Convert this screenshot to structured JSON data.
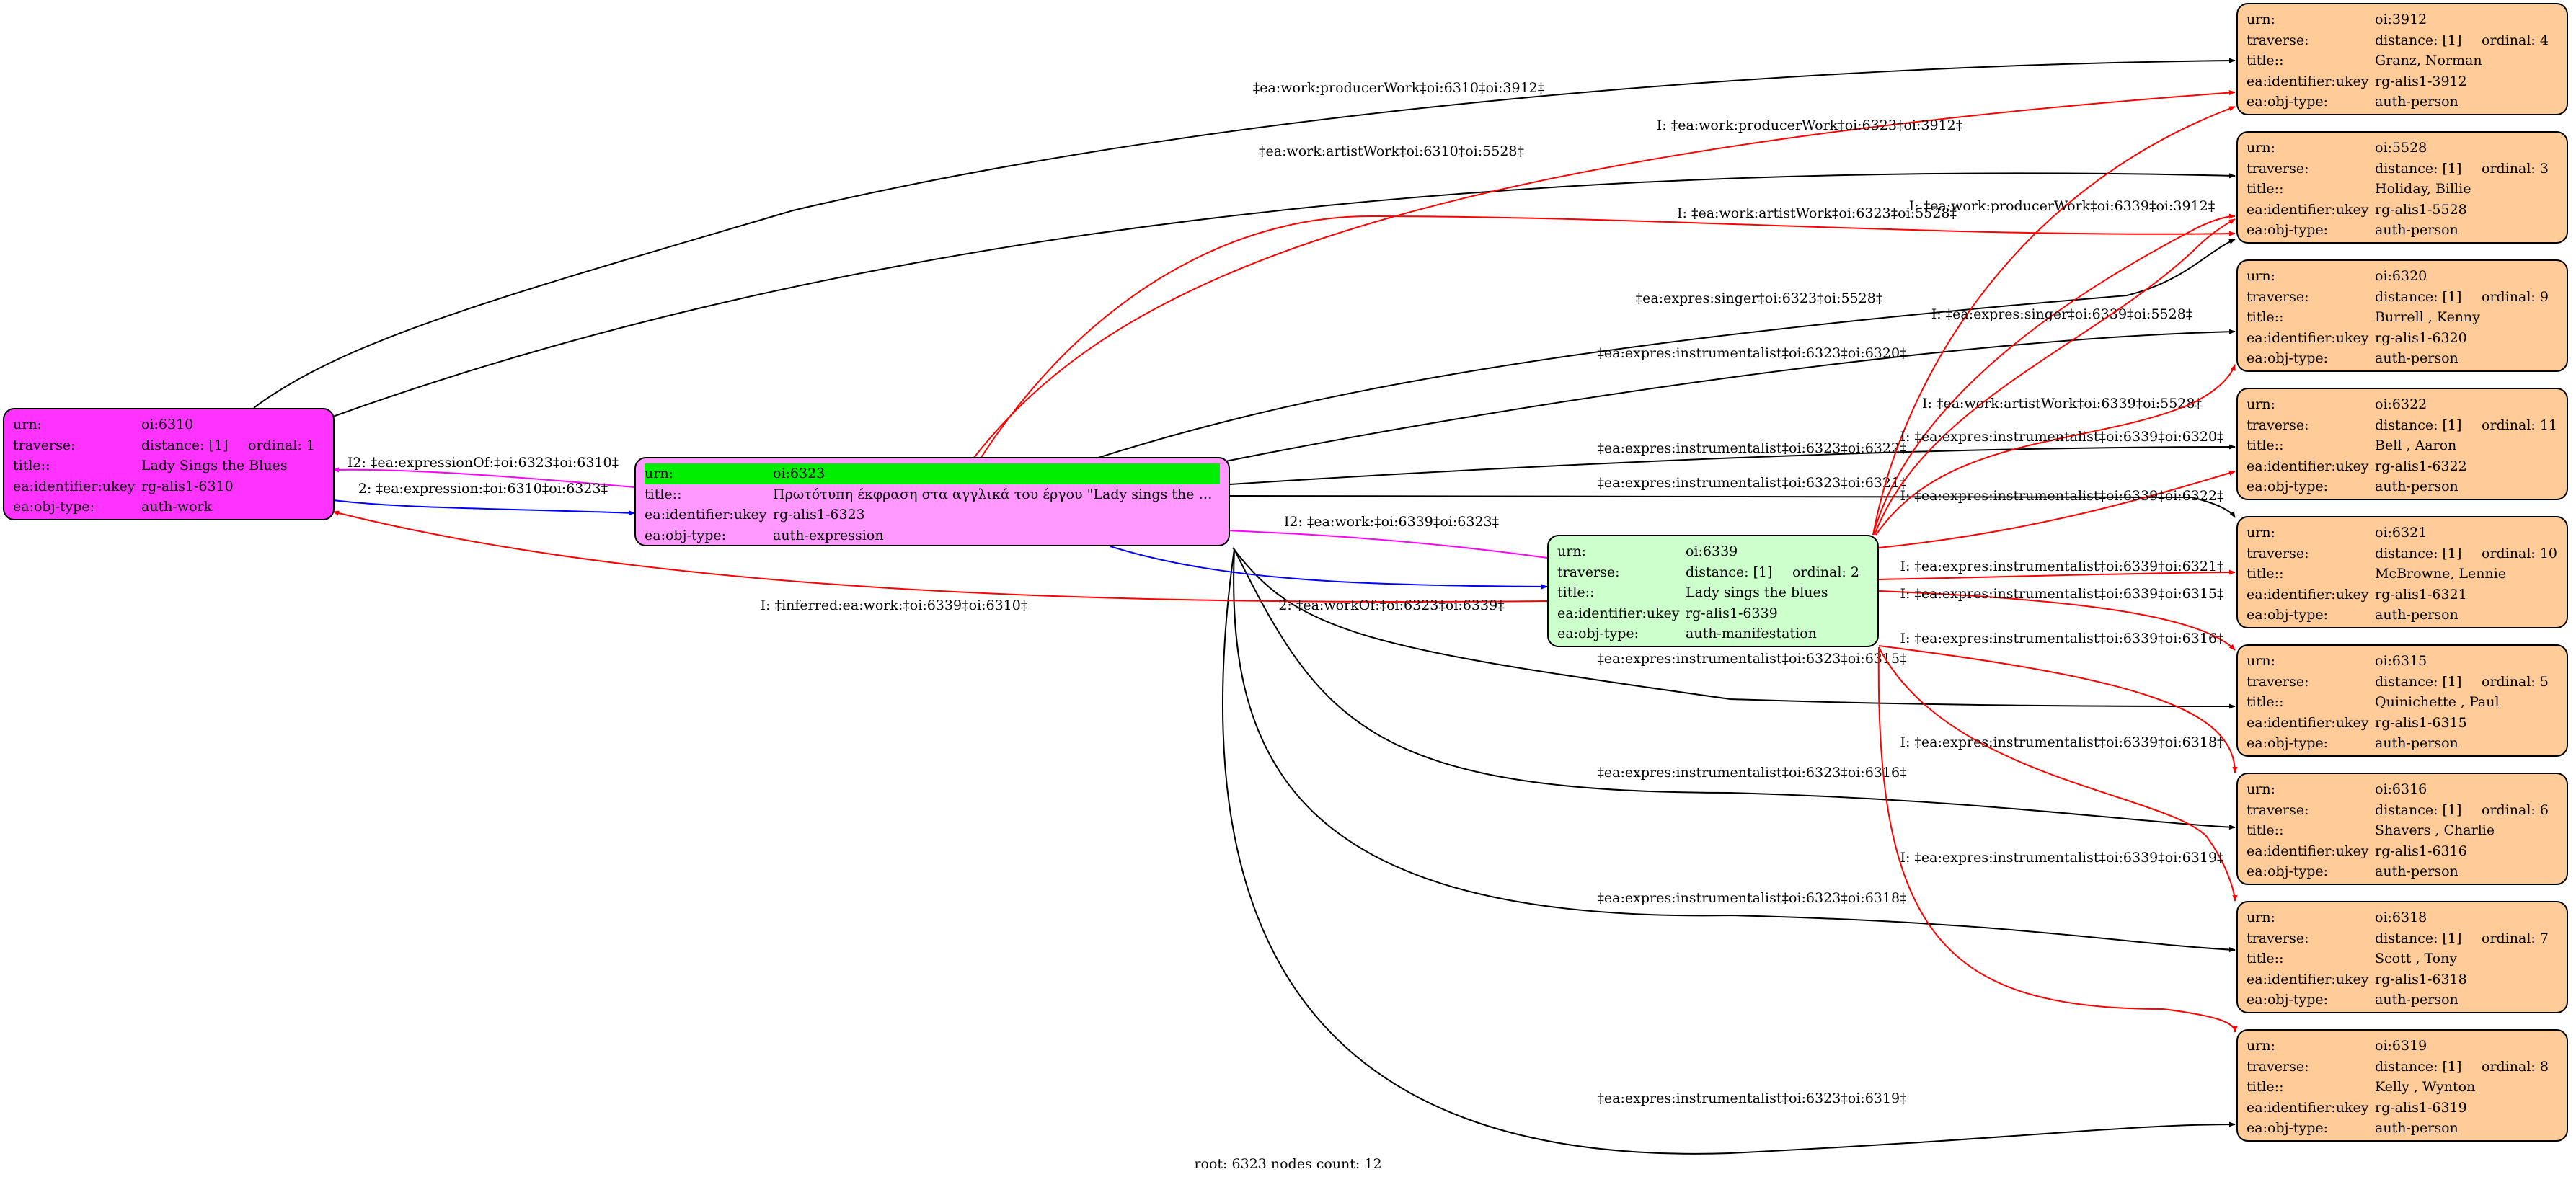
{
  "colors": {
    "work_fill": "#ff33ff",
    "expression_fill": "#ff99ff",
    "manifestation_fill": "#ccffcc",
    "person_fill": "#ffcc99",
    "root_highlight": "#00ee00",
    "edge_black": "#000000",
    "edge_red": "#ff0000",
    "edge_magenta": "#ff00ff",
    "edge_blue": "#0000ff"
  },
  "footer": "root: 6323 nodes count: 12",
  "nodes": {
    "n6310": {
      "urn_label": "urn:",
      "urn": "oi:6310",
      "traverse_label": "traverse:",
      "distance": "distance: [1]",
      "ordinal": "ordinal: 1",
      "title_label": "title::",
      "title": "Lady Sings the Blues",
      "ukey_label": "ea:identifier:ukey",
      "ukey": "rg-alis1-6310",
      "type_label": "ea:obj-type:",
      "type": "auth-work"
    },
    "n6323": {
      "urn_label": "urn:",
      "urn": "oi:6323",
      "title_label": "title::",
      "title": "Πρωτότυπη έκφραση στα αγγλικά του έργου \"Lady sings the bl...",
      "ukey_label": "ea:identifier:ukey",
      "ukey": "rg-alis1-6323",
      "type_label": "ea:obj-type:",
      "type": "auth-expression"
    },
    "n6339": {
      "urn_label": "urn:",
      "urn": "oi:6339",
      "traverse_label": "traverse:",
      "distance": "distance: [1]",
      "ordinal": "ordinal: 2",
      "title_label": "title::",
      "title": "Lady sings the blues",
      "ukey_label": "ea:identifier:ukey",
      "ukey": "rg-alis1-6339",
      "type_label": "ea:obj-type:",
      "type": "auth-manifestation"
    },
    "n3912": {
      "urn_label": "urn:",
      "urn": "oi:3912",
      "traverse_label": "traverse:",
      "distance": "distance: [1]",
      "ordinal": "ordinal: 4",
      "title_label": "title::",
      "title": "Granz, Norman",
      "ukey_label": "ea:identifier:ukey",
      "ukey": "rg-alis1-3912",
      "type_label": "ea:obj-type:",
      "type": "auth-person"
    },
    "n5528": {
      "urn_label": "urn:",
      "urn": "oi:5528",
      "traverse_label": "traverse:",
      "distance": "distance: [1]",
      "ordinal": "ordinal: 3",
      "title_label": "title::",
      "title": "Holiday, Billie",
      "ukey_label": "ea:identifier:ukey",
      "ukey": "rg-alis1-5528",
      "type_label": "ea:obj-type:",
      "type": "auth-person"
    },
    "n6320": {
      "urn_label": "urn:",
      "urn": "oi:6320",
      "traverse_label": "traverse:",
      "distance": "distance: [1]",
      "ordinal": "ordinal: 9",
      "title_label": "title::",
      "title": "Burrell , Kenny",
      "ukey_label": "ea:identifier:ukey",
      "ukey": "rg-alis1-6320",
      "type_label": "ea:obj-type:",
      "type": "auth-person"
    },
    "n6322": {
      "urn_label": "urn:",
      "urn": "oi:6322",
      "traverse_label": "traverse:",
      "distance": "distance: [1]",
      "ordinal": "ordinal: 11",
      "title_label": "title::",
      "title": "Bell , Aaron",
      "ukey_label": "ea:identifier:ukey",
      "ukey": "rg-alis1-6322",
      "type_label": "ea:obj-type:",
      "type": "auth-person"
    },
    "n6321": {
      "urn_label": "urn:",
      "urn": "oi:6321",
      "traverse_label": "traverse:",
      "distance": "distance: [1]",
      "ordinal": "ordinal: 10",
      "title_label": "title::",
      "title": "McBrowne, Lennie",
      "ukey_label": "ea:identifier:ukey",
      "ukey": "rg-alis1-6321",
      "type_label": "ea:obj-type:",
      "type": "auth-person"
    },
    "n6315": {
      "urn_label": "urn:",
      "urn": "oi:6315",
      "traverse_label": "traverse:",
      "distance": "distance: [1]",
      "ordinal": "ordinal: 5",
      "title_label": "title::",
      "title": "Quinichette , Paul",
      "ukey_label": "ea:identifier:ukey",
      "ukey": "rg-alis1-6315",
      "type_label": "ea:obj-type:",
      "type": "auth-person"
    },
    "n6316": {
      "urn_label": "urn:",
      "urn": "oi:6316",
      "traverse_label": "traverse:",
      "distance": "distance: [1]",
      "ordinal": "ordinal: 6",
      "title_label": "title::",
      "title": "Shavers , Charlie",
      "ukey_label": "ea:identifier:ukey",
      "ukey": "rg-alis1-6316",
      "type_label": "ea:obj-type:",
      "type": "auth-person"
    },
    "n6318": {
      "urn_label": "urn:",
      "urn": "oi:6318",
      "traverse_label": "traverse:",
      "distance": "distance: [1]",
      "ordinal": "ordinal: 7",
      "title_label": "title::",
      "title": "Scott , Tony",
      "ukey_label": "ea:identifier:ukey",
      "ukey": "rg-alis1-6318",
      "type_label": "ea:obj-type:",
      "type": "auth-person"
    },
    "n6319": {
      "urn_label": "urn:",
      "urn": "oi:6319",
      "traverse_label": "traverse:",
      "distance": "distance: [1]",
      "ordinal": "ordinal: 8",
      "title_label": "title::",
      "title": "Kelly , Wynton",
      "ukey_label": "ea:identifier:ukey",
      "ukey": "rg-alis1-6319",
      "type_label": "ea:obj-type:",
      "type": "auth-person"
    }
  },
  "edges": [
    {
      "label": "‡ea:work:producerWork‡oi:6310‡oi:3912‡",
      "color": "edge_black"
    },
    {
      "label": "‡ea:work:artistWork‡oi:6310‡oi:5528‡",
      "color": "edge_black"
    },
    {
      "label": "I: ‡ea:work:producerWork‡oi:6323‡oi:3912‡",
      "color": "edge_red"
    },
    {
      "label": "I: ‡ea:work:artistWork‡oi:6323‡oi:5528‡",
      "color": "edge_red"
    },
    {
      "label": "‡ea:expres:singer‡oi:6323‡oi:5528‡",
      "color": "edge_black"
    },
    {
      "label": "‡ea:expres:instrumentalist‡oi:6323‡oi:6320‡",
      "color": "edge_black"
    },
    {
      "label": "‡ea:expres:instrumentalist‡oi:6323‡oi:6322‡",
      "color": "edge_black"
    },
    {
      "label": "‡ea:expres:instrumentalist‡oi:6323‡oi:6321‡",
      "color": "edge_black"
    },
    {
      "label": "‡ea:expres:instrumentalist‡oi:6323‡oi:6315‡",
      "color": "edge_black"
    },
    {
      "label": "‡ea:expres:instrumentalist‡oi:6323‡oi:6316‡",
      "color": "edge_black"
    },
    {
      "label": "‡ea:expres:instrumentalist‡oi:6323‡oi:6318‡",
      "color": "edge_black"
    },
    {
      "label": "‡ea:expres:instrumentalist‡oi:6323‡oi:6319‡",
      "color": "edge_black"
    },
    {
      "label": "I2: ‡ea:expressionOf:‡oi:6323‡oi:6310‡",
      "color": "edge_magenta"
    },
    {
      "label": "2: ‡ea:expression:‡oi:6310‡oi:6323‡",
      "color": "edge_blue"
    },
    {
      "label": "I: ‡inferred:ea:work:‡oi:6339‡oi:6310‡",
      "color": "edge_red"
    },
    {
      "label": "I2: ‡ea:work:‡oi:6339‡oi:6323‡",
      "color": "edge_magenta"
    },
    {
      "label": "2: ‡ea:workOf:‡oi:6323‡oi:6339‡",
      "color": "edge_blue"
    },
    {
      "label": "I: ‡ea:work:producerWork‡oi:6339‡oi:3912‡",
      "color": "edge_red"
    },
    {
      "label": "I: ‡ea:expres:singer‡oi:6339‡oi:5528‡",
      "color": "edge_red"
    },
    {
      "label": "I: ‡ea:work:artistWork‡oi:6339‡oi:5528‡",
      "color": "edge_red"
    },
    {
      "label": "I: ‡ea:expres:instrumentalist‡oi:6339‡oi:6320‡",
      "color": "edge_red"
    },
    {
      "label": "I: ‡ea:expres:instrumentalist‡oi:6339‡oi:6322‡",
      "color": "edge_red"
    },
    {
      "label": "I: ‡ea:expres:instrumentalist‡oi:6339‡oi:6321‡",
      "color": "edge_red"
    },
    {
      "label": "I: ‡ea:expres:instrumentalist‡oi:6339‡oi:6315‡",
      "color": "edge_red"
    },
    {
      "label": "I: ‡ea:expres:instrumentalist‡oi:6339‡oi:6316‡",
      "color": "edge_red"
    },
    {
      "label": "I: ‡ea:expres:instrumentalist‡oi:6339‡oi:6318‡",
      "color": "edge_red"
    },
    {
      "label": "I: ‡ea:expres:instrumentalist‡oi:6339‡oi:6319‡",
      "color": "edge_red"
    }
  ]
}
